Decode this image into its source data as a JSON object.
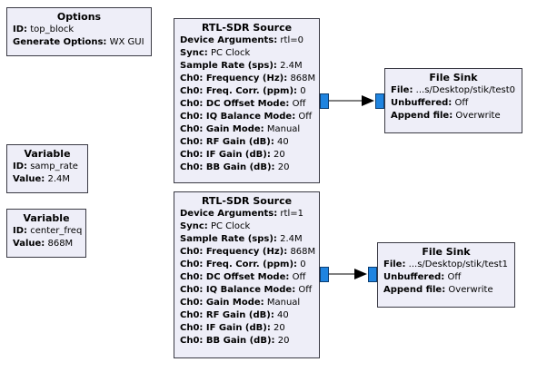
{
  "blocks": {
    "options": {
      "title": "Options",
      "params": [
        {
          "key": "ID:",
          "value": "top_block"
        },
        {
          "key": "Generate Options:",
          "value": "WX GUI"
        }
      ]
    },
    "samp_rate_var": {
      "title": "Variable",
      "params": [
        {
          "key": "ID:",
          "value": "samp_rate"
        },
        {
          "key": "Value:",
          "value": "2.4M"
        }
      ]
    },
    "center_freq_var": {
      "title": "Variable",
      "params": [
        {
          "key": "ID:",
          "value": "center_freq"
        },
        {
          "key": "Value:",
          "value": "868M"
        }
      ]
    },
    "rtl_src_0": {
      "title": "RTL-SDR Source",
      "params": [
        {
          "key": "Device Arguments:",
          "value": "rtl=0"
        },
        {
          "key": "Sync:",
          "value": "PC Clock"
        },
        {
          "key": "Sample Rate (sps):",
          "value": "2.4M"
        },
        {
          "key": "Ch0: Frequency (Hz):",
          "value": "868M"
        },
        {
          "key": "Ch0: Freq. Corr. (ppm):",
          "value": "0"
        },
        {
          "key": "Ch0: DC Offset Mode:",
          "value": "Off"
        },
        {
          "key": "Ch0: IQ Balance Mode:",
          "value": "Off"
        },
        {
          "key": "Ch0: Gain Mode:",
          "value": "Manual"
        },
        {
          "key": "Ch0: RF Gain (dB):",
          "value": "40"
        },
        {
          "key": "Ch0: IF Gain (dB):",
          "value": "20"
        },
        {
          "key": "Ch0: BB Gain (dB):",
          "value": "20"
        }
      ]
    },
    "rtl_src_1": {
      "title": "RTL-SDR Source",
      "params": [
        {
          "key": "Device Arguments:",
          "value": "rtl=1"
        },
        {
          "key": "Sync:",
          "value": "PC Clock"
        },
        {
          "key": "Sample Rate (sps):",
          "value": "2.4M"
        },
        {
          "key": "Ch0: Frequency (Hz):",
          "value": "868M"
        },
        {
          "key": "Ch0: Freq. Corr. (ppm):",
          "value": "0"
        },
        {
          "key": "Ch0: DC Offset Mode:",
          "value": "Off"
        },
        {
          "key": "Ch0: IQ Balance Mode:",
          "value": "Off"
        },
        {
          "key": "Ch0: Gain Mode:",
          "value": "Manual"
        },
        {
          "key": "Ch0: RF Gain (dB):",
          "value": "40"
        },
        {
          "key": "Ch0: IF Gain (dB):",
          "value": "20"
        },
        {
          "key": "Ch0: BB Gain (dB):",
          "value": "20"
        }
      ]
    },
    "file_sink_0": {
      "title": "File Sink",
      "params": [
        {
          "key": "File:",
          "value": "...s/Desktop/stik/test0"
        },
        {
          "key": "Unbuffered:",
          "value": "Off"
        },
        {
          "key": "Append file:",
          "value": "Overwrite"
        }
      ]
    },
    "file_sink_1": {
      "title": "File Sink",
      "params": [
        {
          "key": "File:",
          "value": "...s/Desktop/stik/test1"
        },
        {
          "key": "Unbuffered:",
          "value": "Off"
        },
        {
          "key": "Append file:",
          "value": "Overwrite"
        }
      ]
    }
  },
  "colors": {
    "block_background": "#eeeef8",
    "block_border": "#3a3a44",
    "port_fill": "#1f84e0",
    "connection": "#000000"
  }
}
